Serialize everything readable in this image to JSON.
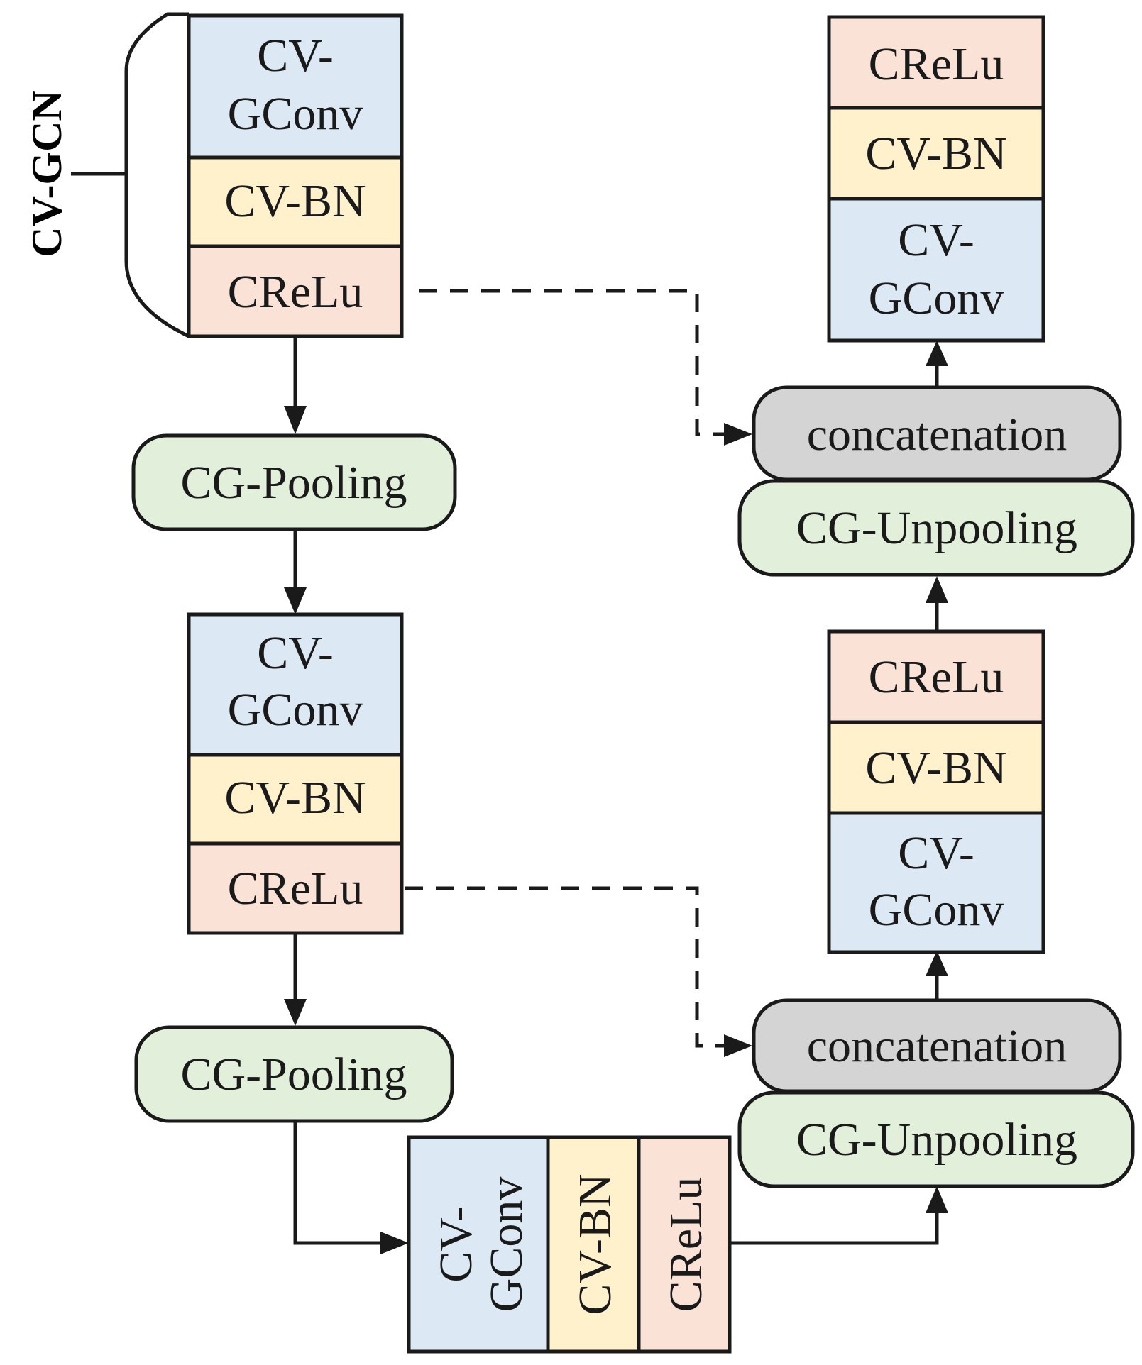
{
  "colors": {
    "gconv": "#dde8f5",
    "bn": "#fff1cc",
    "relu": "#fae3d6",
    "pool": "#e2efda",
    "concat": "#d4d4d4",
    "stroke": "#1a1a1a"
  },
  "labels": {
    "side": "CV-GCN",
    "gconv_line1": "CV-",
    "gconv_line2": "GConv",
    "bn": "CV-BN",
    "relu": "CReLu",
    "pooling": "CG-Pooling",
    "unpooling": "CG-Unpooling",
    "concat": "concatenation"
  }
}
